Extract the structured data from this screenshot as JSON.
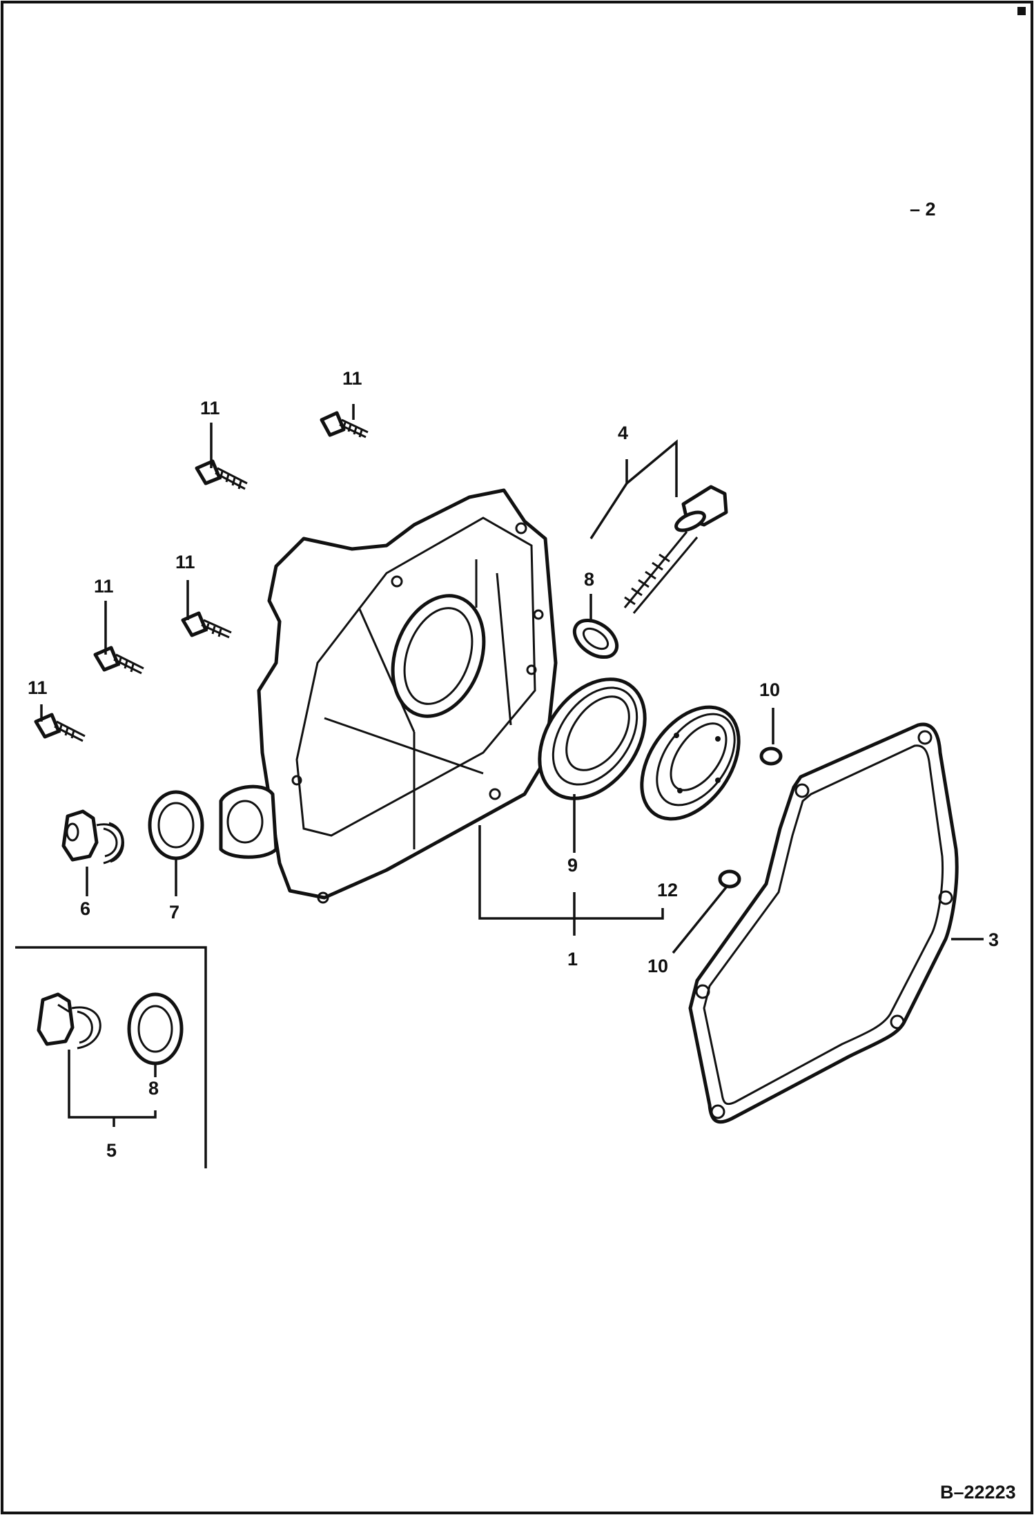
{
  "drawing_id": "B–22223",
  "reference_marker": "– 2",
  "callouts": {
    "c1": "1",
    "c2": "2",
    "c3": "3",
    "c4": "4",
    "c5": "5",
    "c6": "6",
    "c7": "7",
    "c8a": "8",
    "c8b": "8",
    "c9": "9",
    "c10a": "10",
    "c10b": "10",
    "c11a": "11",
    "c11b": "11",
    "c11c": "11",
    "c11d": "11",
    "c11e": "11",
    "c12": "12"
  }
}
